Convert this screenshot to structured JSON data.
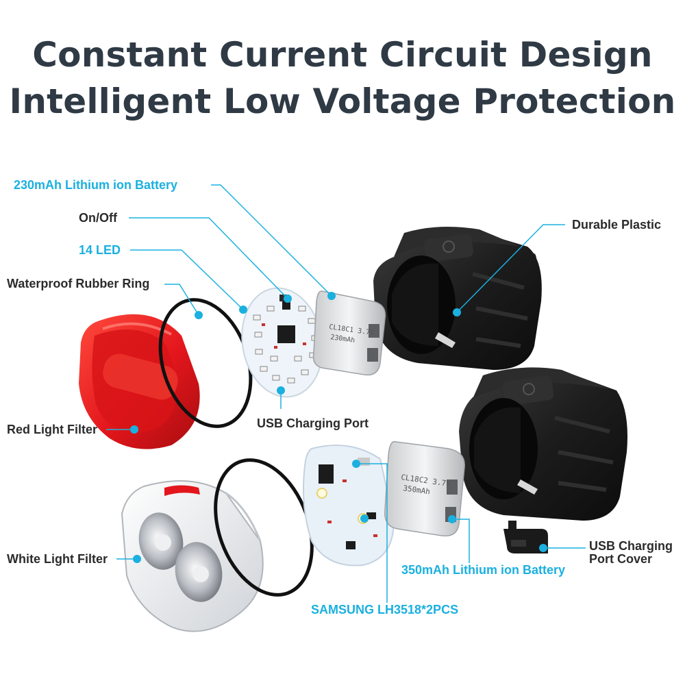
{
  "header": {
    "line1": "Constant Current Circuit Design",
    "line2": "Intelligent Low Voltage Protection"
  },
  "labels": {
    "battery_230": "230mAh Lithium ion Battery",
    "on_off": "On/Off",
    "led_14": "14 LED",
    "rubber_ring": "Waterproof Rubber Ring",
    "red_filter": "Red Light Filter",
    "usb_port": "USB Charging Port",
    "durable_plastic": "Durable Plastic",
    "white_filter": "White Light Filter",
    "samsung": "SAMSUNG LH3518*2PCS",
    "battery_350": "350mAh Lithium ion Battery",
    "usb_cover_1": "USB Charging",
    "usb_cover_2": "Port Cover"
  },
  "battery_prints": {
    "top": "230mAh",
    "bottom": "350mAh"
  },
  "colors": {
    "title": "#2f3a45",
    "accent": "#1ab0e0",
    "label": "#2b2b2b",
    "red_filter": "#e2161c",
    "housing": "#1c1c1c"
  }
}
